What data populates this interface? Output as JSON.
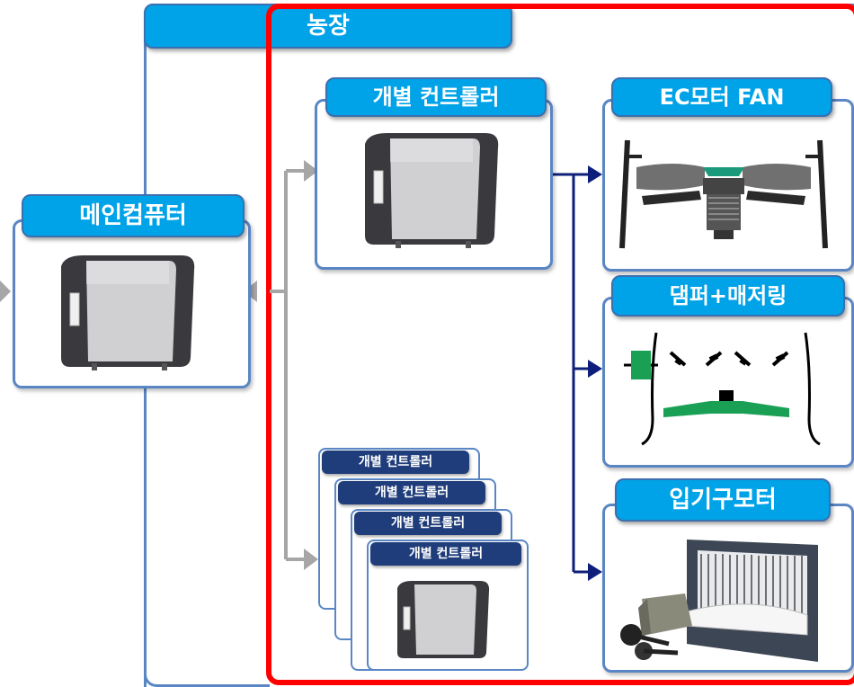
{
  "farm": {
    "title": "농장",
    "border_color": "#ff0000"
  },
  "main_computer": {
    "title": "메인컴퓨터"
  },
  "controller": {
    "title": "개별 컨트롤러"
  },
  "controller_stack": {
    "labels": [
      "개별 컨트롤러",
      "개별 컨트롤러",
      "개별 컨트롤러",
      "개별 컨트롤러"
    ]
  },
  "devices": [
    {
      "title": "EC모터 FAN",
      "icon": "ec-motor-fan-icon"
    },
    {
      "title": "댐퍼+매저링",
      "icon": "damper-measuring-icon"
    },
    {
      "title": "입기구모터",
      "icon": "inlet-motor-icon"
    }
  ],
  "colors": {
    "title_bg": "#00a2e8",
    "panel_border": "#5a86c4",
    "connector_gray": "#a6a6a6",
    "connector_navy": "#0d1f7a",
    "mini_label_bg": "#1f3d7a"
  }
}
